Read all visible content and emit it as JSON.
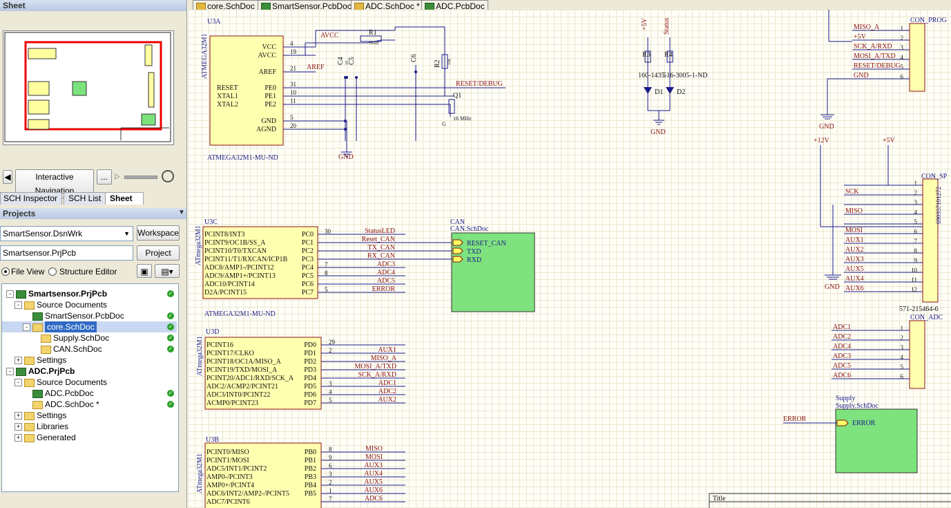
{
  "left": {
    "panel_title": "Sheet",
    "nav_button": "Interactive Navigation",
    "more_button": "...",
    "tabs": [
      "SCH Inspector",
      "SCH List",
      "Sheet"
    ],
    "projects_title": "Projects",
    "workspace_select": "SmartSensor.DsnWrk",
    "workspace_button": "Workspace",
    "project_field": "Smartsensor.PrjPcb",
    "project_button": "Project",
    "file_view": "File View",
    "structure_editor": "Structure Editor",
    "tree": [
      {
        "label": "Smartsensor.PrjPcb",
        "bold": true
      },
      {
        "label": "Source Documents"
      },
      {
        "label": "SmartSensor.PcbDoc"
      },
      {
        "label": "core.SchDoc",
        "selected": true
      },
      {
        "label": "Supply.SchDoc"
      },
      {
        "label": "CAN.SchDoc"
      },
      {
        "label": "Settings"
      },
      {
        "label": "ADC.PrjPcb",
        "bold": true
      },
      {
        "label": "Source Documents"
      },
      {
        "label": "ADC.PcbDoc"
      },
      {
        "label": "ADC.SchDoc *"
      },
      {
        "label": "Settings"
      },
      {
        "label": "Libraries"
      },
      {
        "label": "Generated"
      }
    ]
  },
  "doc_tabs": [
    "core.SchDoc",
    "SmartSensor.PcbDoc",
    "ADC.SchDoc *",
    "ADC.PcbDoc"
  ],
  "schematic": {
    "u3a": {
      "ref": "U3A",
      "side": "ATMEGA32M1",
      "name": "ATMEGA32M1-MU-ND",
      "left_pins": [
        "RESET",
        "XTAL1",
        "XTAL2"
      ],
      "right_pins": [
        "VCC",
        "AVCC",
        "AREF",
        "PE0",
        "PE1",
        "PE2",
        "GND",
        "AGND"
      ],
      "pin_nums": [
        "4",
        "19",
        "21",
        "31",
        "10",
        "11",
        "5",
        "20"
      ]
    },
    "nets_top": [
      "AVCC",
      "AREF",
      "RESET/DEBUG",
      "GND",
      "R1",
      "C4",
      "C5",
      "C6",
      "R2",
      "Q1",
      "16 MHz",
      "10",
      "100nF",
      "10k",
      "G"
    ],
    "u3c": {
      "ref": "U3C",
      "side": "ATmega32M1",
      "name": "ATMEGA32M1-MU-ND",
      "pins": [
        "PCINT8/INT3",
        "PCINT9/OC1B/SS_A",
        "PCINT10/T0/TXCAN",
        "PCINT11/T1/RXCAN/ICP1B",
        "ADC8/AMP1-/PCINT12",
        "ADC9/AMP1+/PCINT13",
        "ADC10/PCINT14",
        "D2A/PCINT15"
      ],
      "ports": [
        "PC0",
        "PC1",
        "PC2",
        "PC3",
        "PC4",
        "PC5",
        "PC6",
        "PC7"
      ],
      "nums": [
        "30",
        "",
        "",
        "",
        "7",
        "8",
        "",
        "5"
      ],
      "nets": [
        "StatusLED",
        "Reset_CAN",
        "TX_CAN",
        "RX_CAN",
        "ADC3",
        "ADC4",
        "ADC5",
        "ERROR"
      ]
    },
    "can": {
      "title": "CAN",
      "file": "CAN.SchDoc",
      "ports": [
        "RESET_CAN",
        "TXD",
        "RXD"
      ]
    },
    "u3d": {
      "ref": "U3D",
      "side": "ATmega32M1",
      "pins": [
        "PCINT16",
        "PCINT17/CLKO",
        "PCINT18/OC1A/MISO_A",
        "PCINT19/TXD/MOSI_A",
        "PCINT20/ADC1/RXD/SCK_A",
        "ADC2/ACMP2/PCINT21",
        "ADC3/INT0/PCINT22",
        "ACMP0/PCINT23"
      ],
      "ports": [
        "PD0",
        "PD1",
        "PD2",
        "PD3",
        "PD4",
        "PD5",
        "PD6",
        "PD7"
      ],
      "nums": [
        "29",
        "2",
        "",
        "",
        "",
        "3",
        "4",
        "5"
      ],
      "nets": [
        "",
        "AUX1",
        "MISO_A",
        "MOSI_A/TXD",
        "SCK_A/RXD",
        "ADC1",
        "ADC2",
        "AUX2"
      ]
    },
    "u3b": {
      "ref": "U3B",
      "side": "ATmega32M1",
      "pins": [
        "PCINT0/MISO",
        "PCINT1/MOSI",
        "ADC5/INT1/PCINT2",
        "AMP0-/PCINT3",
        "AMP0+/PCINT4",
        "ADC6/INT2/AMP2-/PCINT5",
        "ADC7/PCINT6"
      ],
      "ports": [
        "PB0",
        "PB1",
        "PB2",
        "PB3",
        "PB4",
        "PB5",
        ""
      ],
      "nums": [
        "8",
        "9",
        "6",
        "3",
        "2",
        "1",
        "7"
      ],
      "nets": [
        "MISO",
        "MOSI",
        "AUX3",
        "AUX4",
        "AUX5",
        "AUX6",
        "ADC6"
      ]
    },
    "leds": {
      "labels": [
        "+5V",
        "Status",
        "R3",
        "R4",
        "160-1435",
        "516-3005-1-ND",
        "D1",
        "D2",
        "GND"
      ]
    },
    "con_prog": {
      "title": "CON_PROG",
      "nets": [
        "MISO_A",
        "+5V",
        "SCK_A/RXD",
        "MOSI_A/TXD",
        "RESET/DEBUG",
        "GND"
      ],
      "nums": [
        "1",
        "2",
        "3",
        "4",
        "5",
        "6"
      ]
    },
    "con_sp": {
      "title": "CON_SP",
      "part": "690357101272",
      "ref2": "571-215464-6",
      "nets": [
        "",
        "SCK",
        "",
        "MISO",
        "",
        "MOSI",
        "AUX1",
        "AUX2",
        "AUX3",
        "AUX5",
        "AUX4",
        "AUX6"
      ],
      "nums": [
        "1",
        "2",
        "3",
        "4",
        "5",
        "6",
        "7",
        "8",
        "9",
        "10",
        "11",
        "12"
      ],
      "power": [
        "+12V",
        "+5V",
        "GND",
        "GND"
      ]
    },
    "con_adc": {
      "title": "CON_ADC",
      "nets": [
        "ADC1",
        "ADC2",
        "ADC4",
        "ADC3",
        "ADC5",
        "ADC6"
      ],
      "nums": [
        "1",
        "2",
        "3",
        "4",
        "5",
        "6"
      ]
    },
    "supply": {
      "title": "Supply",
      "file": "Supply.SchDoc",
      "port": "ERROR",
      "net": "ERROR"
    },
    "title_block": "Title"
  }
}
